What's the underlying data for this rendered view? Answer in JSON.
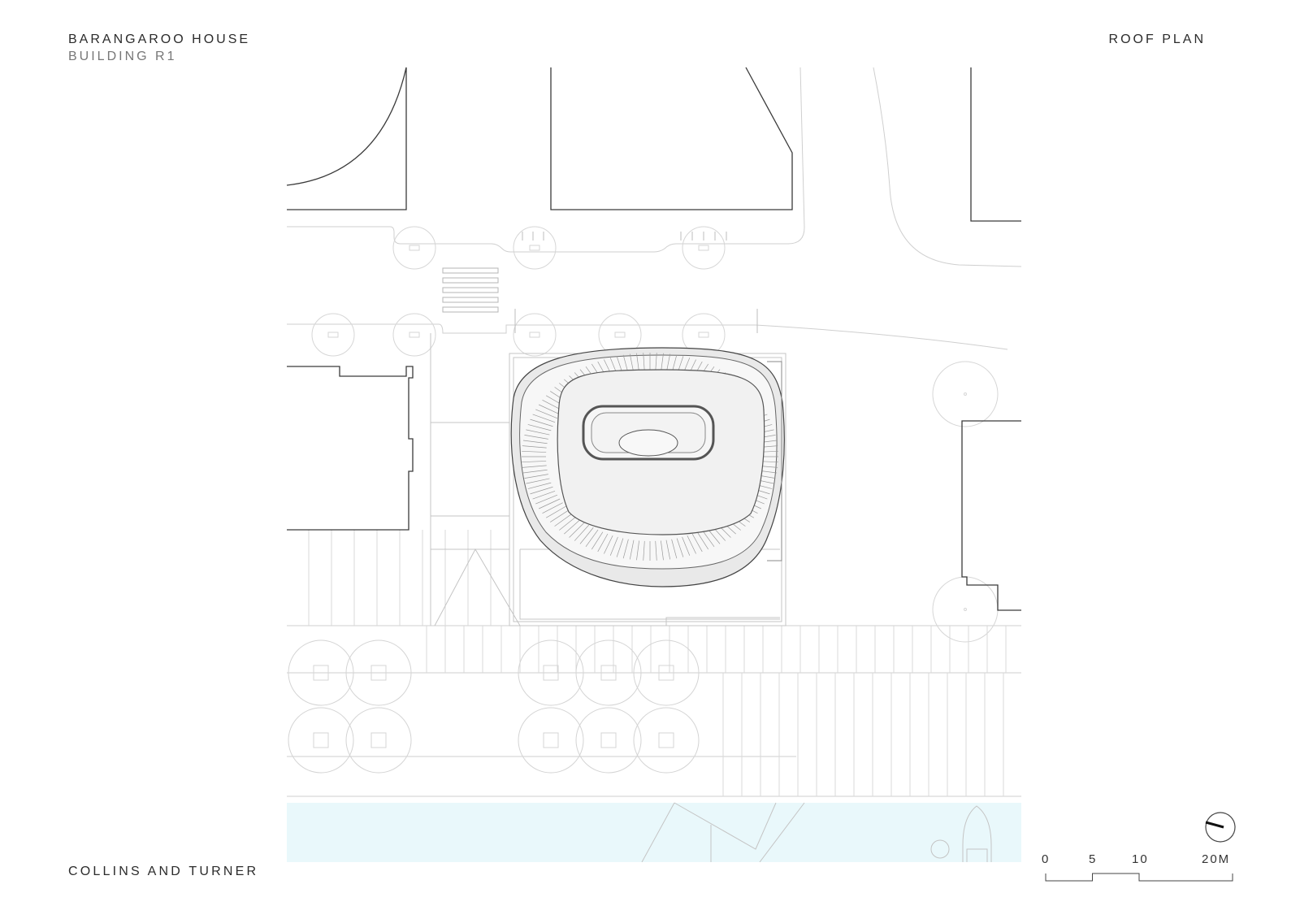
{
  "header": {
    "project_title": "BARANGAROO HOUSE",
    "building": "BUILDING R1",
    "sheet_title": "ROOF PLAN"
  },
  "footer": {
    "firm": "COLLINS AND TURNER"
  },
  "scale_bar": {
    "labels": [
      "0",
      "5",
      "10",
      "20M"
    ],
    "values": [
      0,
      5,
      10,
      20
    ]
  },
  "north_arrow": {
    "icon": "north-arrow-icon"
  },
  "colors": {
    "primary_line": "#3a3a3a",
    "light_line": "#c9c9c9",
    "roof_fill": "#f2f2f2",
    "water": "#e9f8fb"
  }
}
